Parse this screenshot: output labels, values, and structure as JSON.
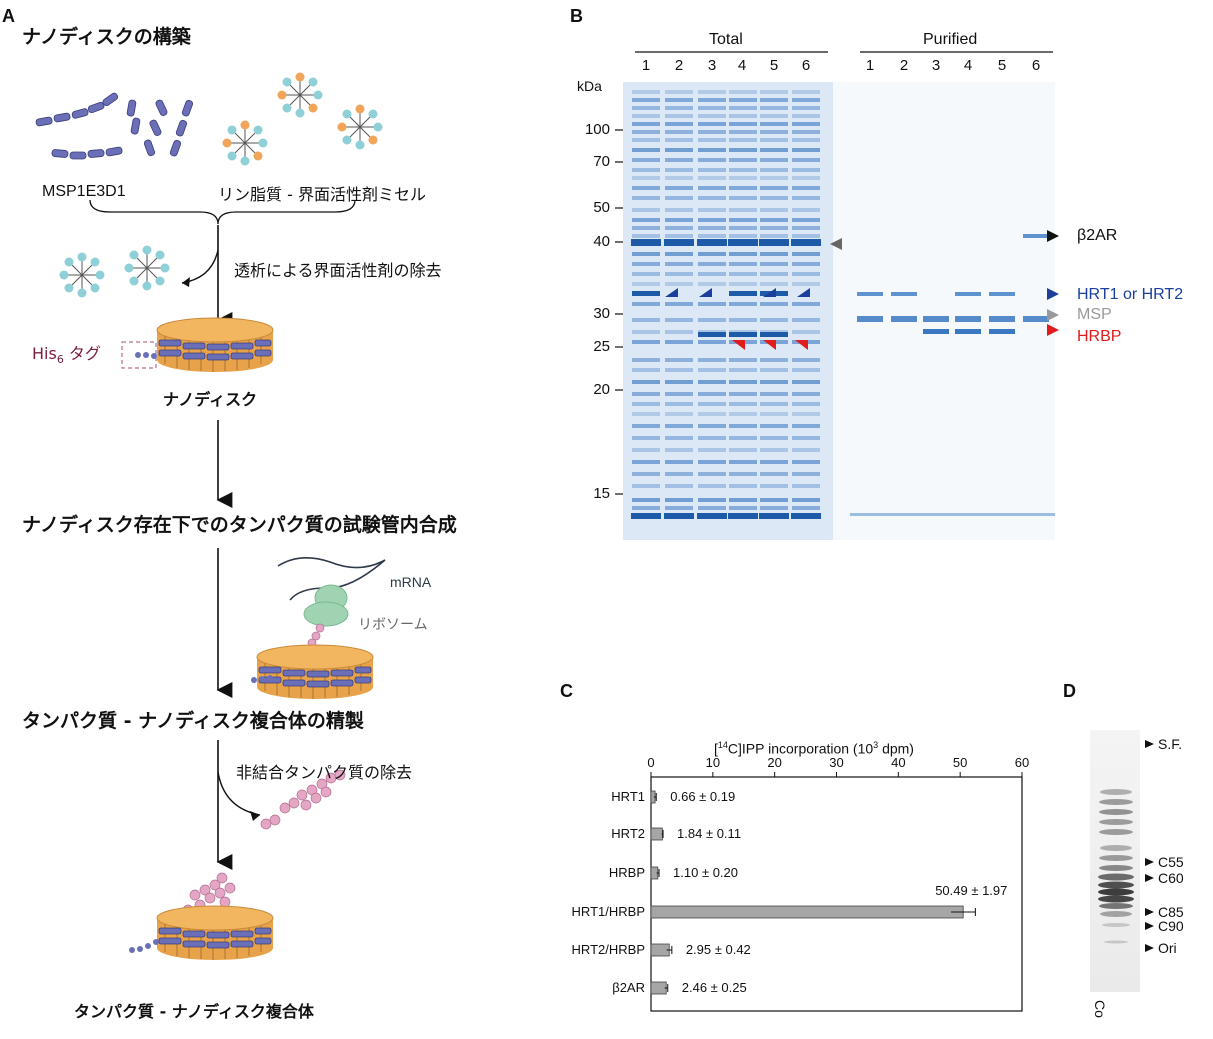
{
  "panel_a": {
    "letter": "A",
    "title": "ナノディスクの構築",
    "msp_label": "MSP1E3D1",
    "lipid_label": "リン脂質 - 界面活性剤ミセル",
    "dialysis_label": "透析による界面活性剤の除去",
    "his_tag_label": "His",
    "his_sub": "6",
    "his_tag_suffix": " タグ",
    "nanodisc_label": "ナノディスク",
    "synthesis_title": "ナノディスク存在下でのタンパク質の試験管内合成",
    "mrna_label": "mRNA",
    "ribosome_label": "リボソーム",
    "purification_title": "タンパク質 - ナノディスク複合体の精製",
    "removal_label": "非結合タンパク質の除去",
    "complex_label": "タンパク質 - ナノディスク複合体"
  },
  "panel_b": {
    "letter": "B",
    "total_label": "Total",
    "purified_label": "Purified",
    "lanes_total": [
      "1",
      "2",
      "3",
      "4",
      "5",
      "6"
    ],
    "lanes_purified": [
      "1",
      "2",
      "3",
      "4",
      "5",
      "6"
    ],
    "kda_label": "kDa",
    "markers": [
      "100",
      "70",
      "50",
      "40",
      "30",
      "25",
      "20",
      "15"
    ],
    "band_labels": {
      "b2ar": "β2AR",
      "hrt": "HRT1 or HRT2",
      "msp": "MSP",
      "hrbp": "HRBP"
    },
    "colors": {
      "hrt": "#1a3f9c",
      "msp": "#999999",
      "hrbp": "#e01c1c",
      "b2ar": "#111111",
      "gel": "#2f6fbf"
    }
  },
  "panel_c": {
    "letter": "C",
    "chart_data": {
      "type": "bar",
      "orientation": "horizontal",
      "xlabel_prefix": "[",
      "xlabel_sup": "14",
      "xlabel_mid": "C]IPP incorporation (10",
      "xlabel_sup2": "3",
      "xlabel_suffix": " dpm)",
      "xlim": [
        0,
        60
      ],
      "xticks": [
        "0",
        "10",
        "20",
        "30",
        "40",
        "50",
        "60"
      ],
      "categories": [
        "HRT1",
        "HRT2",
        "HRBP",
        "HRT1/HRBP",
        "HRT2/HRBP",
        "β2AR"
      ],
      "values": [
        0.66,
        1.84,
        1.1,
        50.49,
        2.95,
        2.46
      ],
      "errors": [
        0.19,
        0.11,
        0.2,
        1.97,
        0.42,
        0.25
      ],
      "value_labels": [
        "0.66 ± 0.19",
        "1.84 ± 0.11",
        "1.10 ± 0.20",
        "50.49 ± 1.97",
        "2.95 ± 0.42",
        "2.46 ± 0.25"
      ],
      "bar_color": "#a6a6a6"
    }
  },
  "panel_d": {
    "letter": "D",
    "labels": [
      "S.F.",
      "C55",
      "C60",
      "C85",
      "C90",
      "Ori"
    ],
    "lane_label": "Co"
  }
}
